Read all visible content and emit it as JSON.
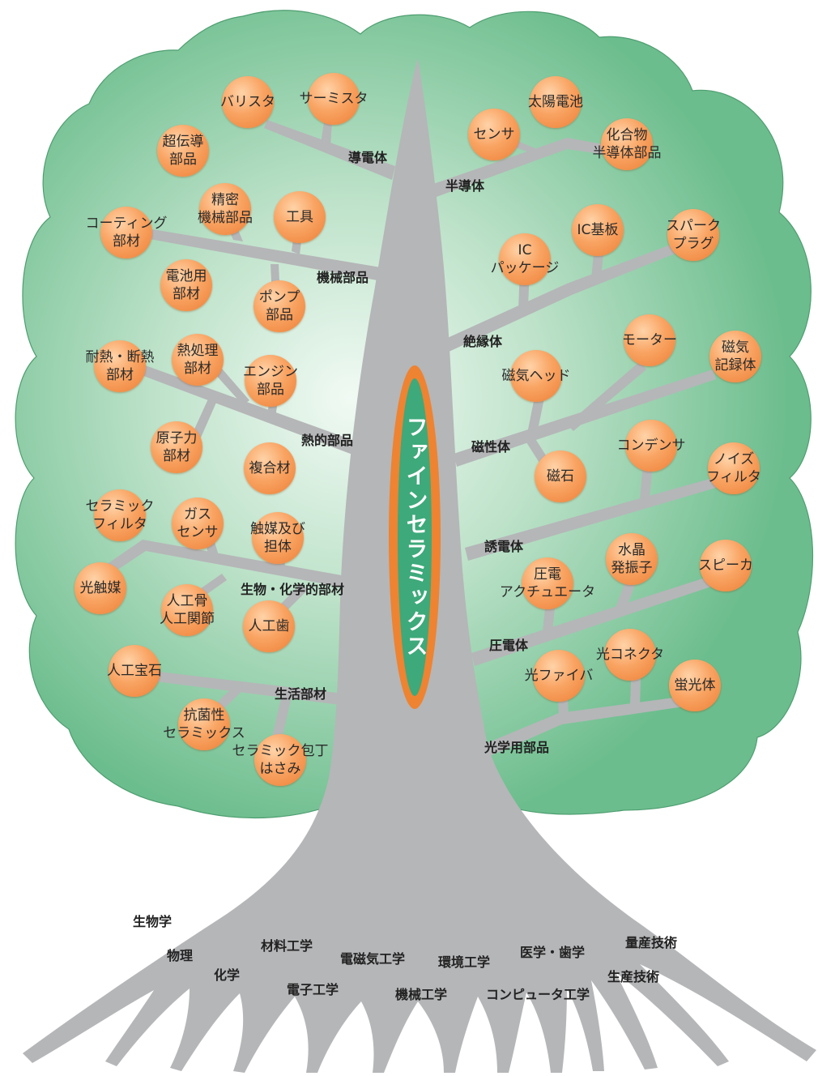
{
  "title": "ファインセラミックス",
  "branches": [
    {
      "label": "導電体",
      "items": [
        "バリスタ",
        "サーミスタ",
        "超伝導\n部品"
      ]
    },
    {
      "label": "半導体",
      "items": [
        "センサ",
        "太陽電池",
        "化合物\n半導体部品"
      ]
    },
    {
      "label": "機械部品",
      "items": [
        "精密\n機械部品",
        "工具",
        "コーティング\n部材",
        "電池用\n部材",
        "ポンプ\n部品"
      ]
    },
    {
      "label": "絶縁体",
      "items": [
        "IC\nパッケージ",
        "IC基板",
        "スパーク\nプラグ"
      ]
    },
    {
      "label": "熱的部品",
      "items": [
        "耐熱・断熱\n部材",
        "熱処理\n部材",
        "エンジン\n部品",
        "原子力\n部材",
        "複合材"
      ]
    },
    {
      "label": "磁性体",
      "items": [
        "磁気ヘッド",
        "モーター",
        "磁気\n記録体",
        "磁石"
      ]
    },
    {
      "label": "生物・化学的部材",
      "items": [
        "セラミック\nフィルタ",
        "ガス\nセンサ",
        "触媒及び\n担体",
        "光触媒",
        "人工骨\n人工関節",
        "人工歯"
      ]
    },
    {
      "label": "誘電体",
      "items": [
        "コンデンサ",
        "ノイズ\nフィルタ"
      ]
    },
    {
      "label": "圧電体",
      "items": [
        "圧電\nアクチュエータ",
        "水晶\n発振子",
        "スピーカ"
      ]
    },
    {
      "label": "生活部材",
      "items": [
        "人工宝石",
        "抗菌性\nセラミックス",
        "セラミック包丁\nはさみ"
      ]
    },
    {
      "label": "光学用部品",
      "items": [
        "光ファイバ",
        "光コネクタ",
        "蛍光体"
      ]
    }
  ],
  "roots": [
    "生物学",
    "物理",
    "化学",
    "材料工学",
    "電子工学",
    "電磁気工学",
    "機械工学",
    "環境工学",
    "コンピュータ工学",
    "医学・歯学",
    "生産技術",
    "量産技術"
  ],
  "colors": {
    "canopy": "#6ec08f",
    "canopy_light": "#e4f4ea",
    "trunk": "#b5b6b8",
    "ball": "#f39a52",
    "ring": "#ee8332",
    "center": "#3ea97a"
  }
}
